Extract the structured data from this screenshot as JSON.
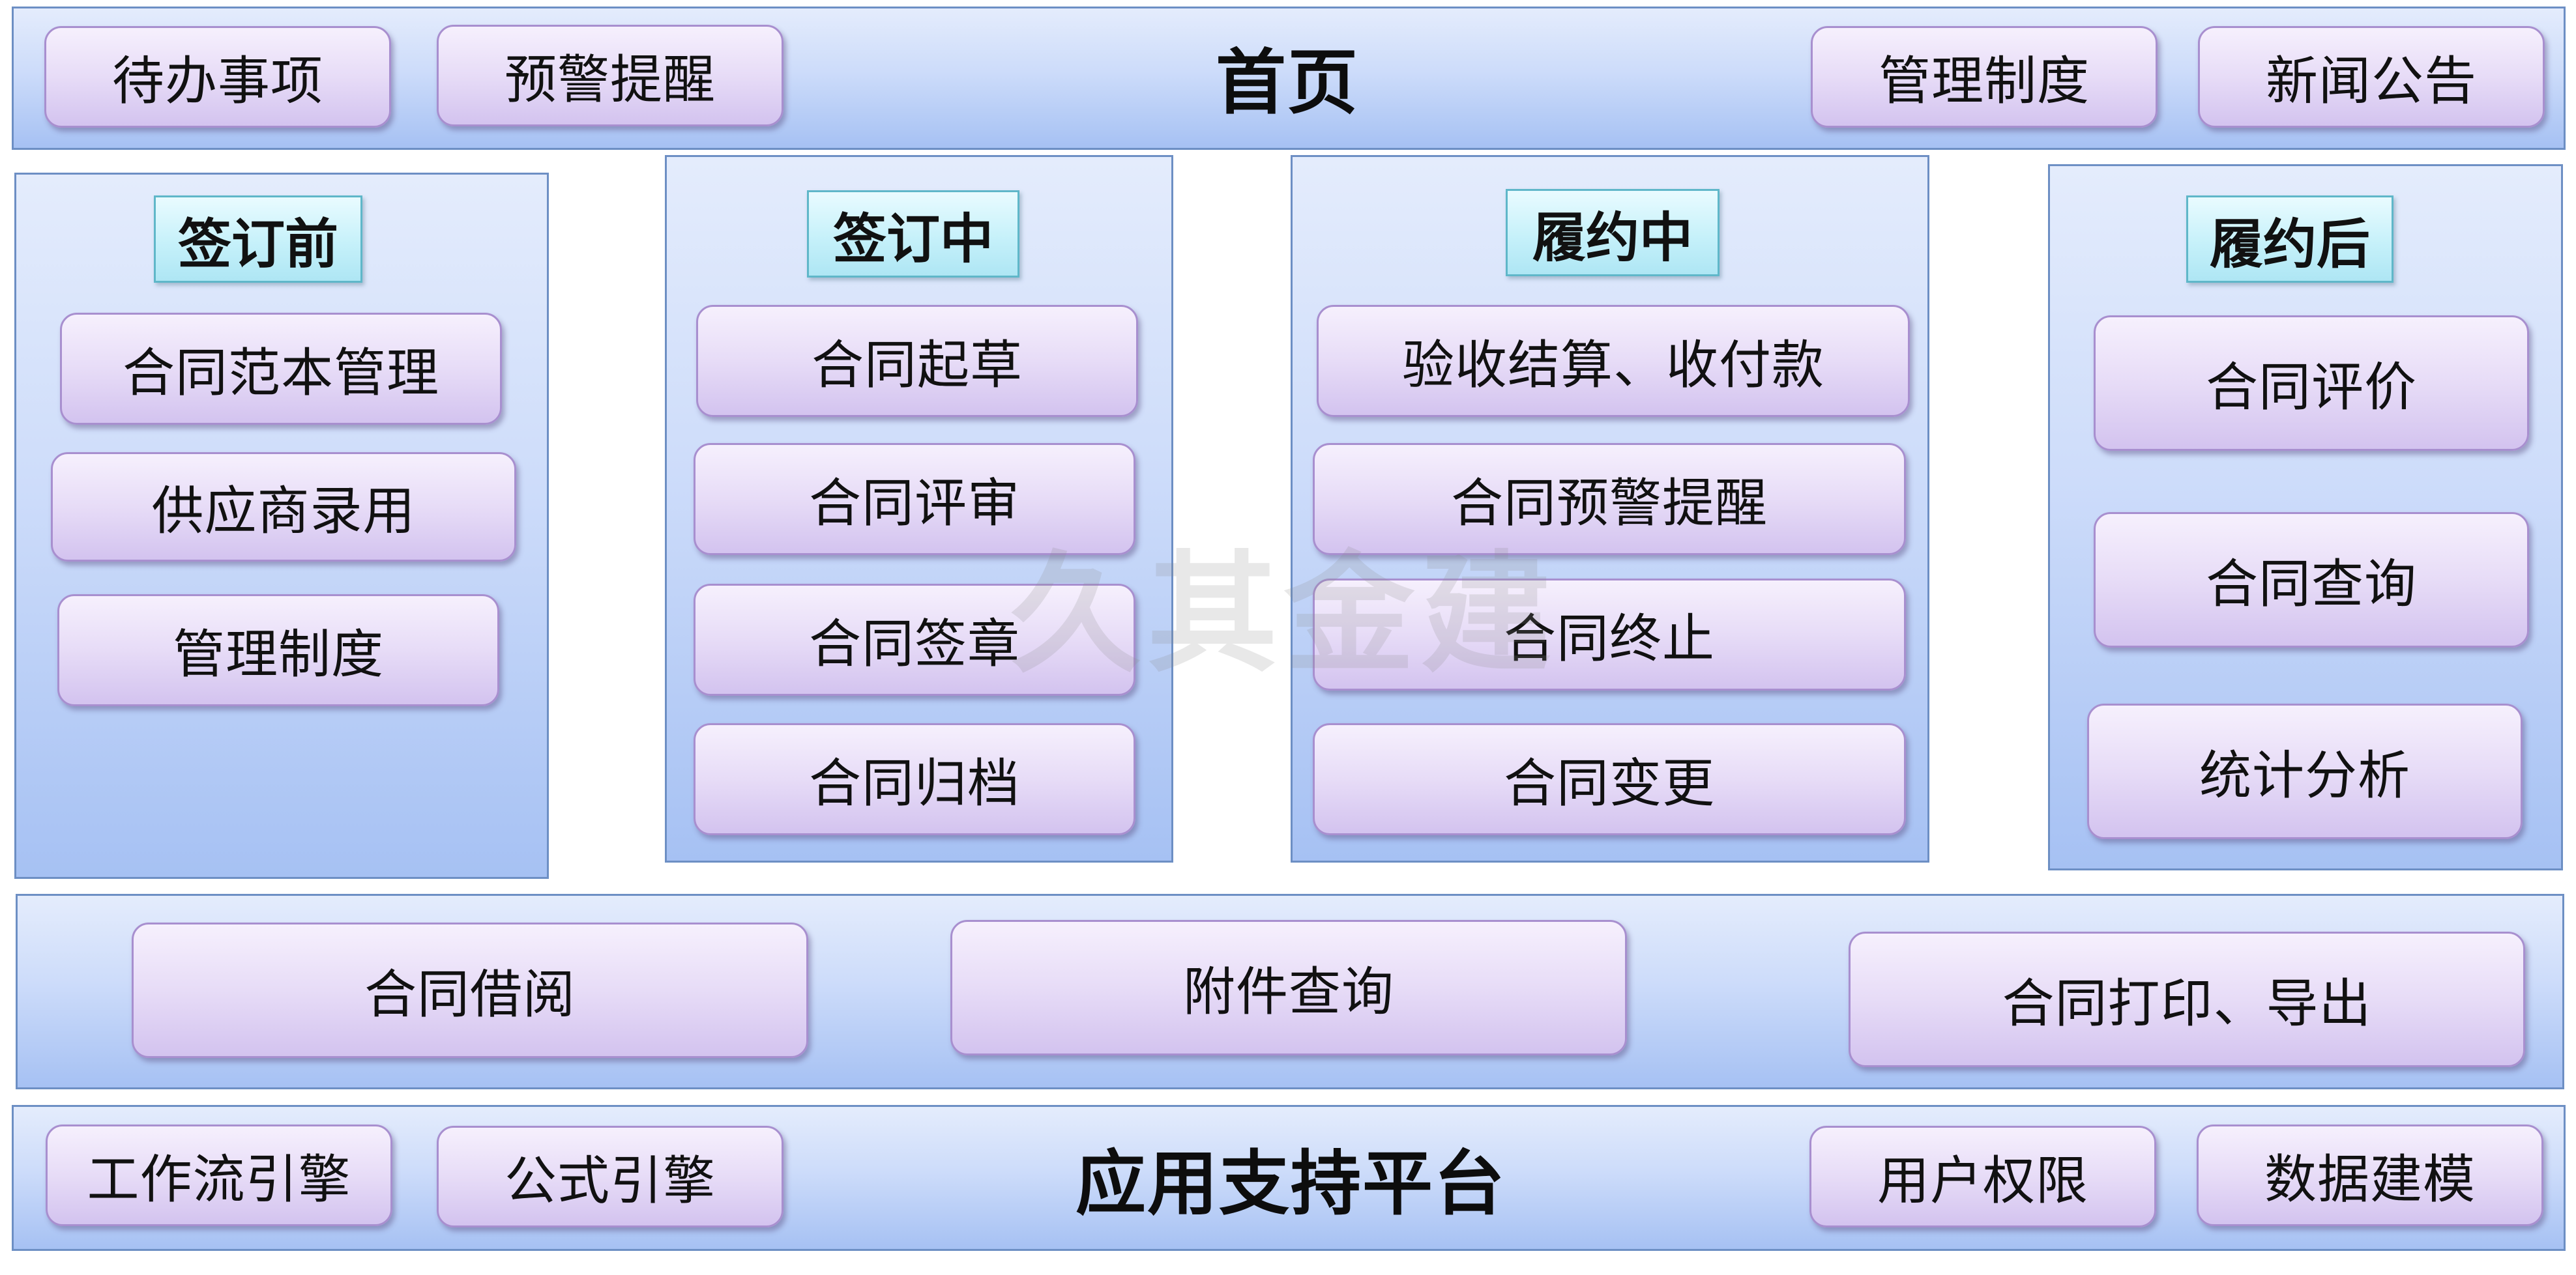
{
  "top": {
    "title": "首页",
    "left_buttons": [
      "待办事项",
      "预警提醒"
    ],
    "right_buttons": [
      "管理制度",
      "新闻公告"
    ]
  },
  "columns": [
    {
      "title": "签订前",
      "items": [
        "合同范本管理",
        "供应商录用",
        "管理制度"
      ]
    },
    {
      "title": "签订中",
      "items": [
        "合同起草",
        "合同评审",
        "合同签章",
        "合同归档"
      ]
    },
    {
      "title": "履约中",
      "items": [
        "验收结算、收付款",
        "合同预警提醒",
        "合同终止",
        "合同变更"
      ]
    },
    {
      "title": "履约后",
      "items": [
        "合同评价",
        "合同查询",
        "统计分析"
      ]
    }
  ],
  "common": {
    "items": [
      "合同借阅",
      "附件查询",
      "合同打印、导出"
    ]
  },
  "bottom": {
    "title": "应用支持平台",
    "left_buttons": [
      "工作流引擎",
      "公式引擎"
    ],
    "right_buttons": [
      "用户权限",
      "数据建模"
    ]
  },
  "watermark": "久其金建"
}
